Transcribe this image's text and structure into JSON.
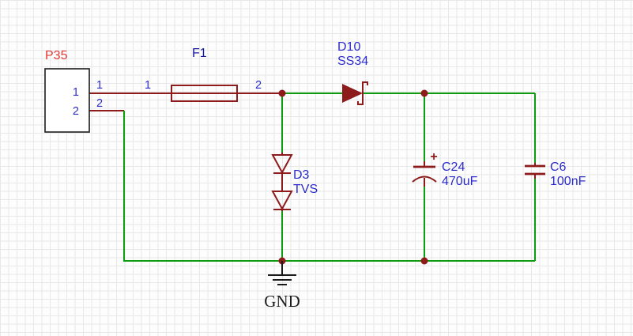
{
  "schematic": {
    "connector": {
      "designator": "P35",
      "pin1": "1",
      "pin2": "2"
    },
    "fuse": {
      "designator": "F1",
      "pin_left": "1",
      "pin_right": "2"
    },
    "wire_labels": {
      "net1": "1",
      "net2": "2"
    },
    "diode": {
      "designator": "D10",
      "part": "SS34"
    },
    "tvs": {
      "designator": "D3",
      "part": "TVS"
    },
    "cap_bulk": {
      "designator": "C24",
      "value": "470uF",
      "polarity_mark": "+"
    },
    "cap_decoupling": {
      "designator": "C6",
      "value": "100nF"
    },
    "ground": {
      "label": "GND"
    }
  },
  "colors": {
    "wire": "#0f9d0f",
    "symbol": "#8d1b1b",
    "junction": "#8d1b1b",
    "designator_red": "#e53935",
    "designator_blue": "#2b2bcc",
    "designator_navy": "#16169a",
    "text_black": "#1b1b1b",
    "grid": "#e8e8e8"
  }
}
